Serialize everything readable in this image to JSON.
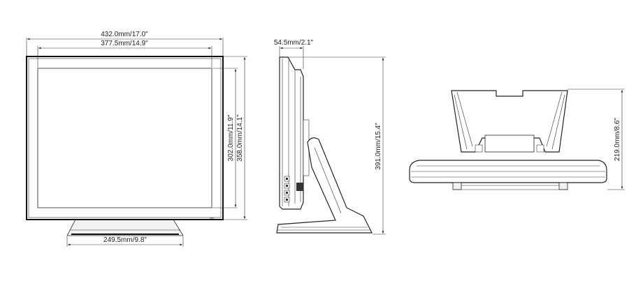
{
  "dimensions": {
    "front_outer_width": "432.0mm/17.0\"",
    "front_screen_width": "377.5mm/14.9\"",
    "front_screen_height": "302.0mm/11.9\"",
    "front_outer_height": "358.0mm/14.1\"",
    "base_width": "249.5mm/9.8\"",
    "side_depth": "54.5mm/2.1\"",
    "side_total_height": "391.0mm/15.4\"",
    "top_depth": "219.0mm/8.6\""
  },
  "colors": {
    "line": "#222222",
    "bezel": "#111111",
    "background": "#ffffff"
  }
}
